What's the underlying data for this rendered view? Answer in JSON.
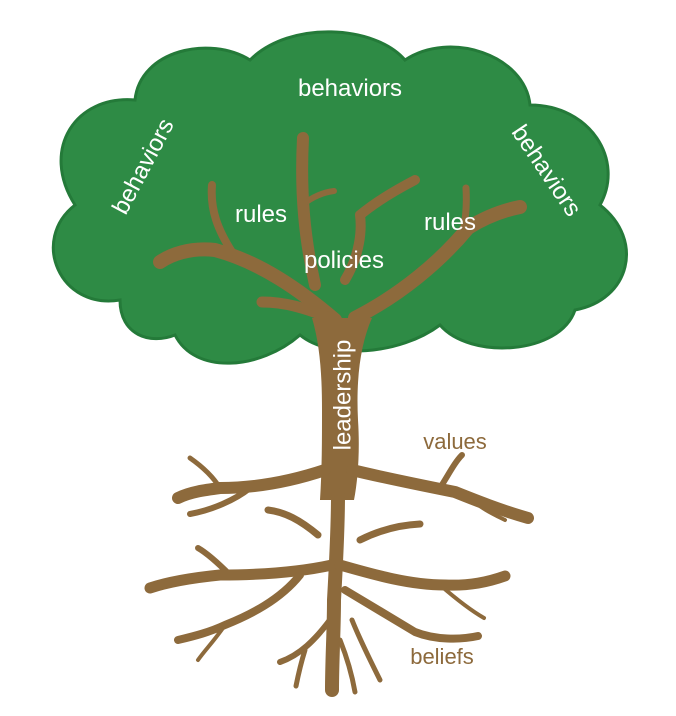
{
  "diagram": {
    "canopy": {
      "labels": {
        "behaviors_top": "behaviors",
        "behaviors_left": "behaviors",
        "behaviors_right": "behaviors",
        "rules_left": "rules",
        "rules_right": "rules",
        "policies": "policies"
      }
    },
    "trunk": {
      "label": "leadership"
    },
    "roots": {
      "labels": {
        "values": "values",
        "beliefs": "beliefs"
      }
    },
    "colors": {
      "canopy_fill": "#2e8b45",
      "canopy_edge": "#247a39",
      "wood": "#8d6a3c",
      "root_text": "#8d6a3c",
      "canopy_text": "#ffffff"
    }
  }
}
